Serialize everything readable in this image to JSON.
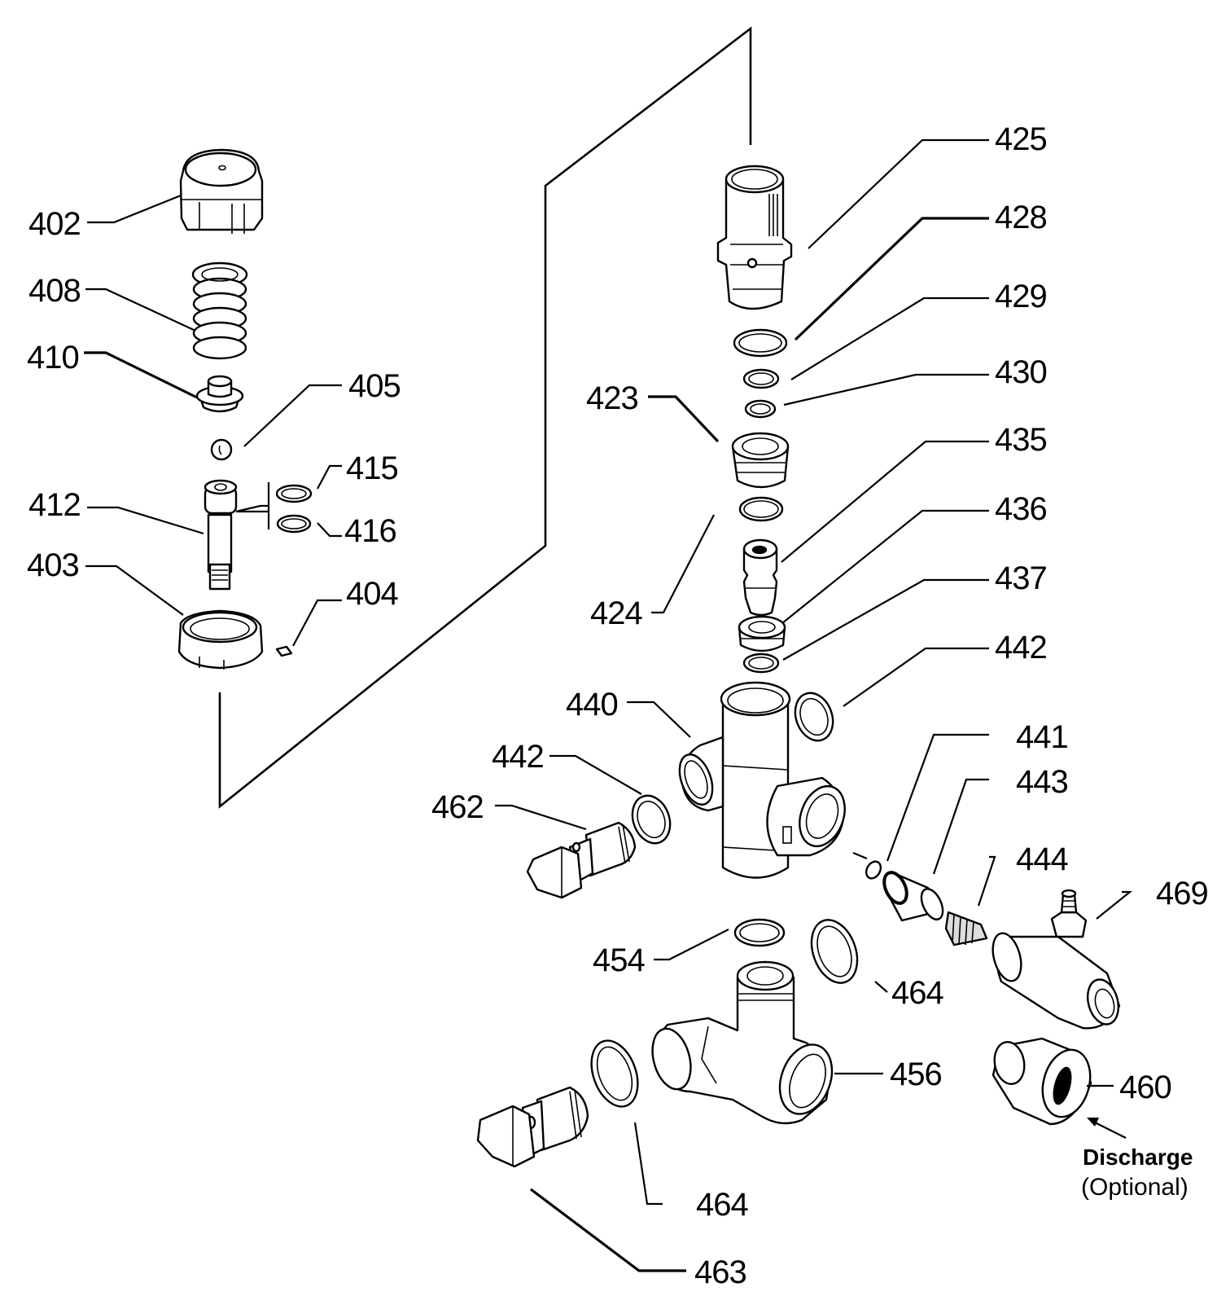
{
  "diagram": {
    "title": "Unloader / Discharge Manifold Exploded Parts View",
    "callouts": [
      {
        "id": "c402",
        "label": "402",
        "part": "cap-nut"
      },
      {
        "id": "c408",
        "label": "408",
        "part": "spring"
      },
      {
        "id": "c410",
        "label": "410",
        "part": "spring-retainer"
      },
      {
        "id": "c405",
        "label": "405",
        "part": "ball"
      },
      {
        "id": "c415",
        "label": "415",
        "part": "o-ring"
      },
      {
        "id": "c416",
        "label": "416",
        "part": "back-up-ring"
      },
      {
        "id": "c412",
        "label": "412",
        "part": "piston-stem"
      },
      {
        "id": "c403",
        "label": "403",
        "part": "lock-nut"
      },
      {
        "id": "c404",
        "label": "404",
        "part": "set-screw"
      },
      {
        "id": "c425",
        "label": "425",
        "part": "valve-body-nipple"
      },
      {
        "id": "c428",
        "label": "428",
        "part": "o-ring"
      },
      {
        "id": "c429",
        "label": "429",
        "part": "o-ring"
      },
      {
        "id": "c430",
        "label": "430",
        "part": "back-up-ring"
      },
      {
        "id": "c423",
        "label": "423",
        "part": "seat-housing"
      },
      {
        "id": "c435",
        "label": "435",
        "part": "poppet"
      },
      {
        "id": "c424",
        "label": "424",
        "part": "o-ring"
      },
      {
        "id": "c436",
        "label": "436",
        "part": "seat"
      },
      {
        "id": "c437",
        "label": "437",
        "part": "o-ring"
      },
      {
        "id": "c442a",
        "label": "442",
        "part": "sealing-washer"
      },
      {
        "id": "c440",
        "label": "440",
        "part": "manifold-body"
      },
      {
        "id": "c442b",
        "label": "442",
        "part": "sealing-washer"
      },
      {
        "id": "c441",
        "label": "441",
        "part": "o-ring"
      },
      {
        "id": "c443",
        "label": "443",
        "part": "check-valve"
      },
      {
        "id": "c462",
        "label": "462",
        "part": "banjo-bolt"
      },
      {
        "id": "c444",
        "label": "444",
        "part": "check-spring"
      },
      {
        "id": "c469",
        "label": "469",
        "part": "injector-tee"
      },
      {
        "id": "c454",
        "label": "454",
        "part": "o-ring"
      },
      {
        "id": "c464a",
        "label": "464",
        "part": "sealing-washer"
      },
      {
        "id": "c456",
        "label": "456",
        "part": "elbow-fitting"
      },
      {
        "id": "c460",
        "label": "460",
        "part": "discharge-adapter"
      },
      {
        "id": "c464b",
        "label": "464",
        "part": "sealing-washer"
      },
      {
        "id": "c463",
        "label": "463",
        "part": "banjo-bolt"
      }
    ],
    "note": {
      "line1": "Discharge",
      "line2": "(Optional)"
    }
  }
}
